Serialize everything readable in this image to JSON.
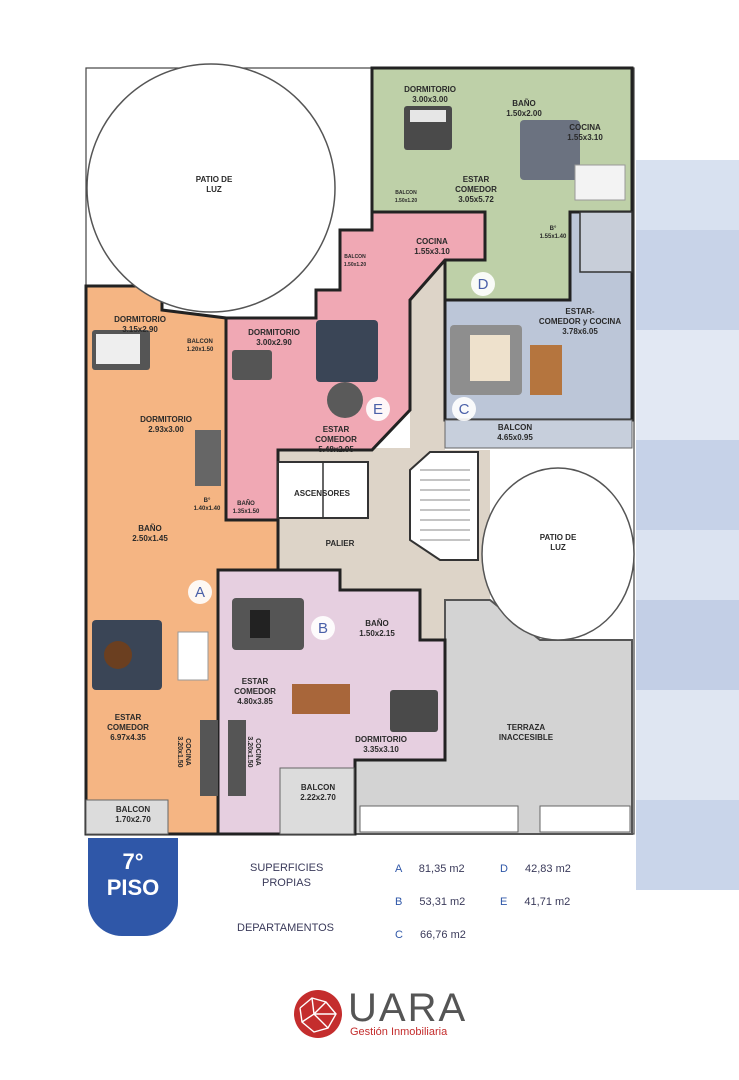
{
  "floor": {
    "number": "7°",
    "label": "PISO"
  },
  "rooms": {
    "patio_luz_1": [
      "PATIO DE",
      "LUZ"
    ],
    "patio_luz_2": [
      "PATIO DE",
      "LUZ"
    ],
    "d_dormitorio": [
      "DORMITORIO",
      "3.00x3.00"
    ],
    "d_bano": [
      "BAÑO",
      "1.50x2.00"
    ],
    "d_cocina": [
      "COCINA",
      "1.55x3.10"
    ],
    "d_estar": [
      "ESTAR",
      "COMEDOR",
      "3.05x5.72"
    ],
    "d_balcon": [
      "BALCON",
      "1.50x1.20"
    ],
    "e_cocina": [
      "COCINA",
      "1.55x3.10"
    ],
    "e_balcon": [
      "BALCON",
      "1.50x1.20"
    ],
    "e_dormitorio": [
      "DORMITORIO",
      "3.00x2.90"
    ],
    "e_estar": [
      "ESTAR",
      "COMEDOR",
      "5.48x2.95"
    ],
    "e_bano": [
      "BAÑO",
      "1.35x1.50"
    ],
    "c_bano": [
      "B°",
      "1.55x1.40"
    ],
    "c_estar": [
      "ESTAR-",
      "COMEDOR y COCINA",
      "3.78x6.05"
    ],
    "c_balcon": [
      "BALCON",
      "4.65x0.95"
    ],
    "a_dormitorio1": [
      "DORMITORIO",
      "3.15x2.90"
    ],
    "a_balcon_small": [
      "BALCON",
      "1.20x1.50"
    ],
    "a_dormitorio2": [
      "DORMITORIO",
      "2.93x3.00"
    ],
    "a_bano_small": [
      "B°",
      "1.40x1.40"
    ],
    "a_bano": [
      "BAÑO",
      "2.50x1.45"
    ],
    "a_estar": [
      "ESTAR",
      "COMEDOR",
      "6.97x4.35"
    ],
    "a_cocina": [
      "COCINA",
      "3.20x1.50"
    ],
    "a_balcon": [
      "BALCON",
      "1.70x2.70"
    ],
    "ascensores": [
      "ASCENSORES"
    ],
    "palier": [
      "PALIER"
    ],
    "b_estar": [
      "ESTAR",
      "COMEDOR",
      "4.80x3.85"
    ],
    "b_cocina": [
      "COCINA",
      "3.20x1.50"
    ],
    "b_bano": [
      "BAÑO",
      "1.50x2.15"
    ],
    "b_dormitorio": [
      "DORMITORIO",
      "3.35x3.10"
    ],
    "b_balcon": [
      "BALCON",
      "2.22x2.70"
    ],
    "terraza": [
      "TERRAZA",
      "INACCESIBLE"
    ]
  },
  "unit_markers": {
    "a": "A",
    "b": "B",
    "c": "C",
    "d": "D",
    "e": "E"
  },
  "legend": {
    "surface_title_1": "SUPERFICIES",
    "surface_title_2": "PROPIAS",
    "departments_title": "DEPARTAMENTOS",
    "items": [
      {
        "letter": "A",
        "value": "81,35 m2"
      },
      {
        "letter": "B",
        "value": "53,31 m2"
      },
      {
        "letter": "C",
        "value": "66,76 m2"
      },
      {
        "letter": "D",
        "value": "42,83 m2"
      },
      {
        "letter": "E",
        "value": "41,71 m2"
      }
    ]
  },
  "logo": {
    "word": "UARA",
    "subtitle": "Gestión Inmobiliaria"
  },
  "colors": {
    "unit_a": "#f5b583",
    "unit_b": "#e6cfe0",
    "unit_c": "#bcc6d8",
    "unit_d": "#bed0a8",
    "unit_e": "#f0a8b4",
    "common": "#ddd4c8",
    "terrace": "#d3d3d3",
    "brand_blue": "#2f57a8",
    "brand_red": "#c42d2d"
  }
}
